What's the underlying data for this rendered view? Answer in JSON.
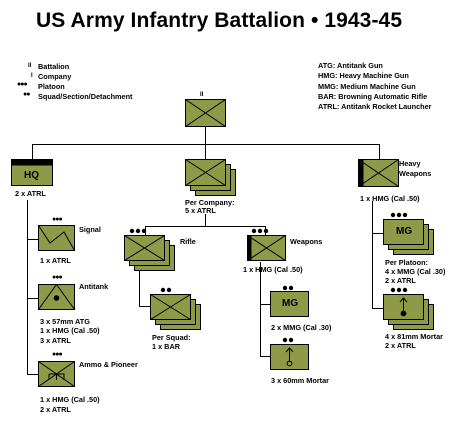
{
  "title": "US Army Infantry Battalion  •  1943-45",
  "colors": {
    "unit_fill": "#8e9a48",
    "line": "#000000",
    "background": "#ffffff"
  },
  "legend_left": [
    {
      "marker": "II",
      "label": "Battalion"
    },
    {
      "marker": "I",
      "label": "Company"
    },
    {
      "marker": "●●●",
      "label": "Platoon"
    },
    {
      "marker": "●●",
      "label": "Squad/Section/Detachment"
    }
  ],
  "abbreviations": [
    "ATG: Antitank Gun",
    "HMG: Heavy Machine Gun",
    "MMG: Medium Machine Gun",
    "BAR: Browning Automatic Rifle",
    "ATRL: Antitank Rocket Launcher"
  ],
  "units": {
    "battalion": {
      "size_marker": "II"
    },
    "hq": {
      "label": "HQ",
      "equipment": [
        "2 x ATRL"
      ]
    },
    "signal": {
      "name": "Signal",
      "equipment": [
        "1 x ATRL"
      ]
    },
    "antitank": {
      "name": "Antitank",
      "equipment": [
        "3 x 57mm ATG",
        "1 x HMG (Cal .50)",
        "3 x ATRL"
      ]
    },
    "ammo": {
      "name": "Ammo & Pioneer",
      "equipment": [
        "1 x HMG (Cal .50)",
        "2 x ATRL"
      ]
    },
    "rifle_company": {
      "note": [
        "Per Company:",
        "5 x ATRL"
      ]
    },
    "rifle_platoon": {
      "name": "Rifle"
    },
    "rifle_squad": {
      "note": [
        "Per Squad:",
        "1 x BAR"
      ]
    },
    "weapons_platoon": {
      "name": "Weapons",
      "equipment": [
        "1 x HMG (Cal .50)"
      ]
    },
    "mg_section": {
      "label": "MG",
      "equipment": [
        "2 x MMG (Cal .30)"
      ]
    },
    "mortar_section": {
      "equipment": [
        "3 x 60mm Mortar"
      ]
    },
    "heavy_weapons": {
      "name": [
        "Heavy",
        "Weapons"
      ],
      "equipment": [
        "1 x HMG (Cal .50)"
      ]
    },
    "hw_mg_platoon": {
      "label": "MG",
      "note": [
        "Per Platoon:",
        "4 x MMG (Cal .30)",
        "2 x ATRL"
      ]
    },
    "hw_mortar_platoon": {
      "equipment": [
        "4 x 81mm Mortar",
        "2 x ATRL"
      ]
    }
  }
}
